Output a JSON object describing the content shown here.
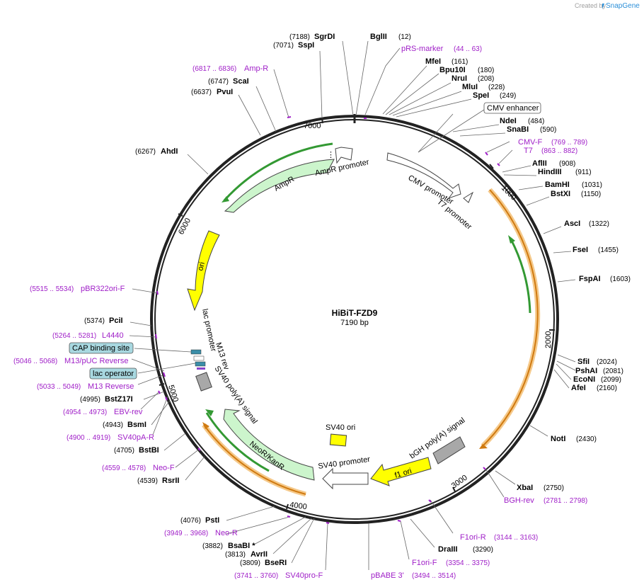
{
  "credit": {
    "created_by": "Created by",
    "brand": "SnapGene"
  },
  "plasmid": {
    "name": "HiBiT-FZD9",
    "length": "7190 bp"
  },
  "ticks": [
    "1000",
    "2000",
    "3000",
    "4000",
    "5000",
    "6000",
    "7000"
  ],
  "enzymes_right": [
    {
      "name": "BglII",
      "pos": "(12)"
    },
    {
      "name": "MfeI",
      "pos": "(161)"
    },
    {
      "name": "Bpu10I",
      "pos": "(180)"
    },
    {
      "name": "NruI",
      "pos": "(208)"
    },
    {
      "name": "MluI",
      "pos": "(228)"
    },
    {
      "name": "SpeI",
      "pos": "(249)"
    },
    {
      "name": "NdeI",
      "pos": "(484)"
    },
    {
      "name": "SnaBI",
      "pos": "(590)"
    },
    {
      "name": "AflII",
      "pos": "(908)"
    },
    {
      "name": "HindIII",
      "pos": "(911)"
    },
    {
      "name": "BamHI",
      "pos": "(1031)"
    },
    {
      "name": "BstXI",
      "pos": "(1150)"
    },
    {
      "name": "AscI",
      "pos": "(1322)"
    },
    {
      "name": "FseI",
      "pos": "(1455)"
    },
    {
      "name": "FspAI",
      "pos": "(1603)"
    },
    {
      "name": "SfiI",
      "pos": "(2024)"
    },
    {
      "name": "PshAI",
      "pos": "(2081)"
    },
    {
      "name": "EcoNI",
      "pos": "(2099)"
    },
    {
      "name": "AfeI",
      "pos": "(2160)"
    },
    {
      "name": "NotI",
      "pos": "(2430)"
    },
    {
      "name": "XbaI",
      "pos": "(2750)"
    },
    {
      "name": "DraIII",
      "pos": "(3290)"
    }
  ],
  "enzymes_left": [
    {
      "name": "SgrDI",
      "pos": "(7188)"
    },
    {
      "name": "SspI",
      "pos": "(7071)"
    },
    {
      "name": "ScaI",
      "pos": "(6747)"
    },
    {
      "name": "PvuI",
      "pos": "(6637)"
    },
    {
      "name": "AhdI",
      "pos": "(6267)"
    },
    {
      "name": "PciI",
      "pos": "(5374)"
    },
    {
      "name": "BstZ17I",
      "pos": "(4995)"
    },
    {
      "name": "BsmI",
      "pos": "(4943)"
    },
    {
      "name": "BstBI",
      "pos": "(4705)"
    },
    {
      "name": "RsrII",
      "pos": "(4539)"
    },
    {
      "name": "PstI",
      "pos": "(4076)"
    },
    {
      "name": "BsaBI *",
      "pos": "(3882)"
    },
    {
      "name": "AvrII",
      "pos": "(3813)"
    },
    {
      "name": "BseRI",
      "pos": "(3809)"
    }
  ],
  "primers": [
    {
      "name": "pRS-marker",
      "pos": "(44 .. 63)"
    },
    {
      "name": "CMV-F",
      "pos": "(769 .. 789)"
    },
    {
      "name": "T7",
      "pos": "(863 .. 882)"
    },
    {
      "name": "BGH-rev",
      "pos": "(2781 .. 2798)"
    },
    {
      "name": "F1ori-R",
      "pos": "(3144 .. 3163)"
    },
    {
      "name": "F1ori-F",
      "pos": "(3354 .. 3375)"
    },
    {
      "name": "pBABE 3'",
      "pos": ""
    },
    {
      "name": "SV40pro-F",
      "pos": "(3741 .. 3760)"
    },
    {
      "name": "Neo-R",
      "pos": "(3949 .. 3968)"
    },
    {
      "name": "Neo-F",
      "pos": "(4559 .. 4578)"
    },
    {
      "name": "SV40pA-R",
      "pos": "(4900 .. 4919)"
    },
    {
      "name": "EBV-rev",
      "pos": "(4954 .. 4973)"
    },
    {
      "name": "M13 Reverse",
      "pos": "(5033 .. 5049)"
    },
    {
      "name": "M13/pUC Reverse",
      "pos": "(5046 .. 5068)"
    },
    {
      "name": "L4440",
      "pos": "(5264 .. 5281)"
    },
    {
      "name": "pBR322ori-F",
      "pos": "(5515 .. 5534)"
    },
    {
      "name": "Amp-R",
      "pos": "(6817 .. 6836)"
    }
  ],
  "boxed_labels": {
    "cmv_enhancer": "CMV enhancer",
    "cap_binding": "CAP binding site",
    "lac_operator": "lac operator"
  },
  "features": {
    "cmv_promoter": "CMV promoter",
    "t7_promoter": "T7 promoter",
    "ampr_promoter": "AmpR promoter",
    "ampr": "AmpR",
    "ori": "ori",
    "lac_promoter": "lac promoter",
    "m13_rev": "M13 rev",
    "sv40_polya": "SV40 poly(A) signal",
    "neor_kanr": "NeoR/KanR",
    "sv40_promoter": "SV40 promoter",
    "sv40_ori": "SV40 ori",
    "f1_ori": "f1 ori",
    "bgh_polya": "bGH poly(A) signal"
  },
  "colors": {
    "primer": "#a020c8",
    "ampr_fill": "#ccf5cc",
    "ori_fill": "#ffff00",
    "orf_orange": "#f0a030",
    "orf_green": "#339933",
    "boxed_fill": "#a8d8e0",
    "gray_feature": "#a8a8a8"
  }
}
